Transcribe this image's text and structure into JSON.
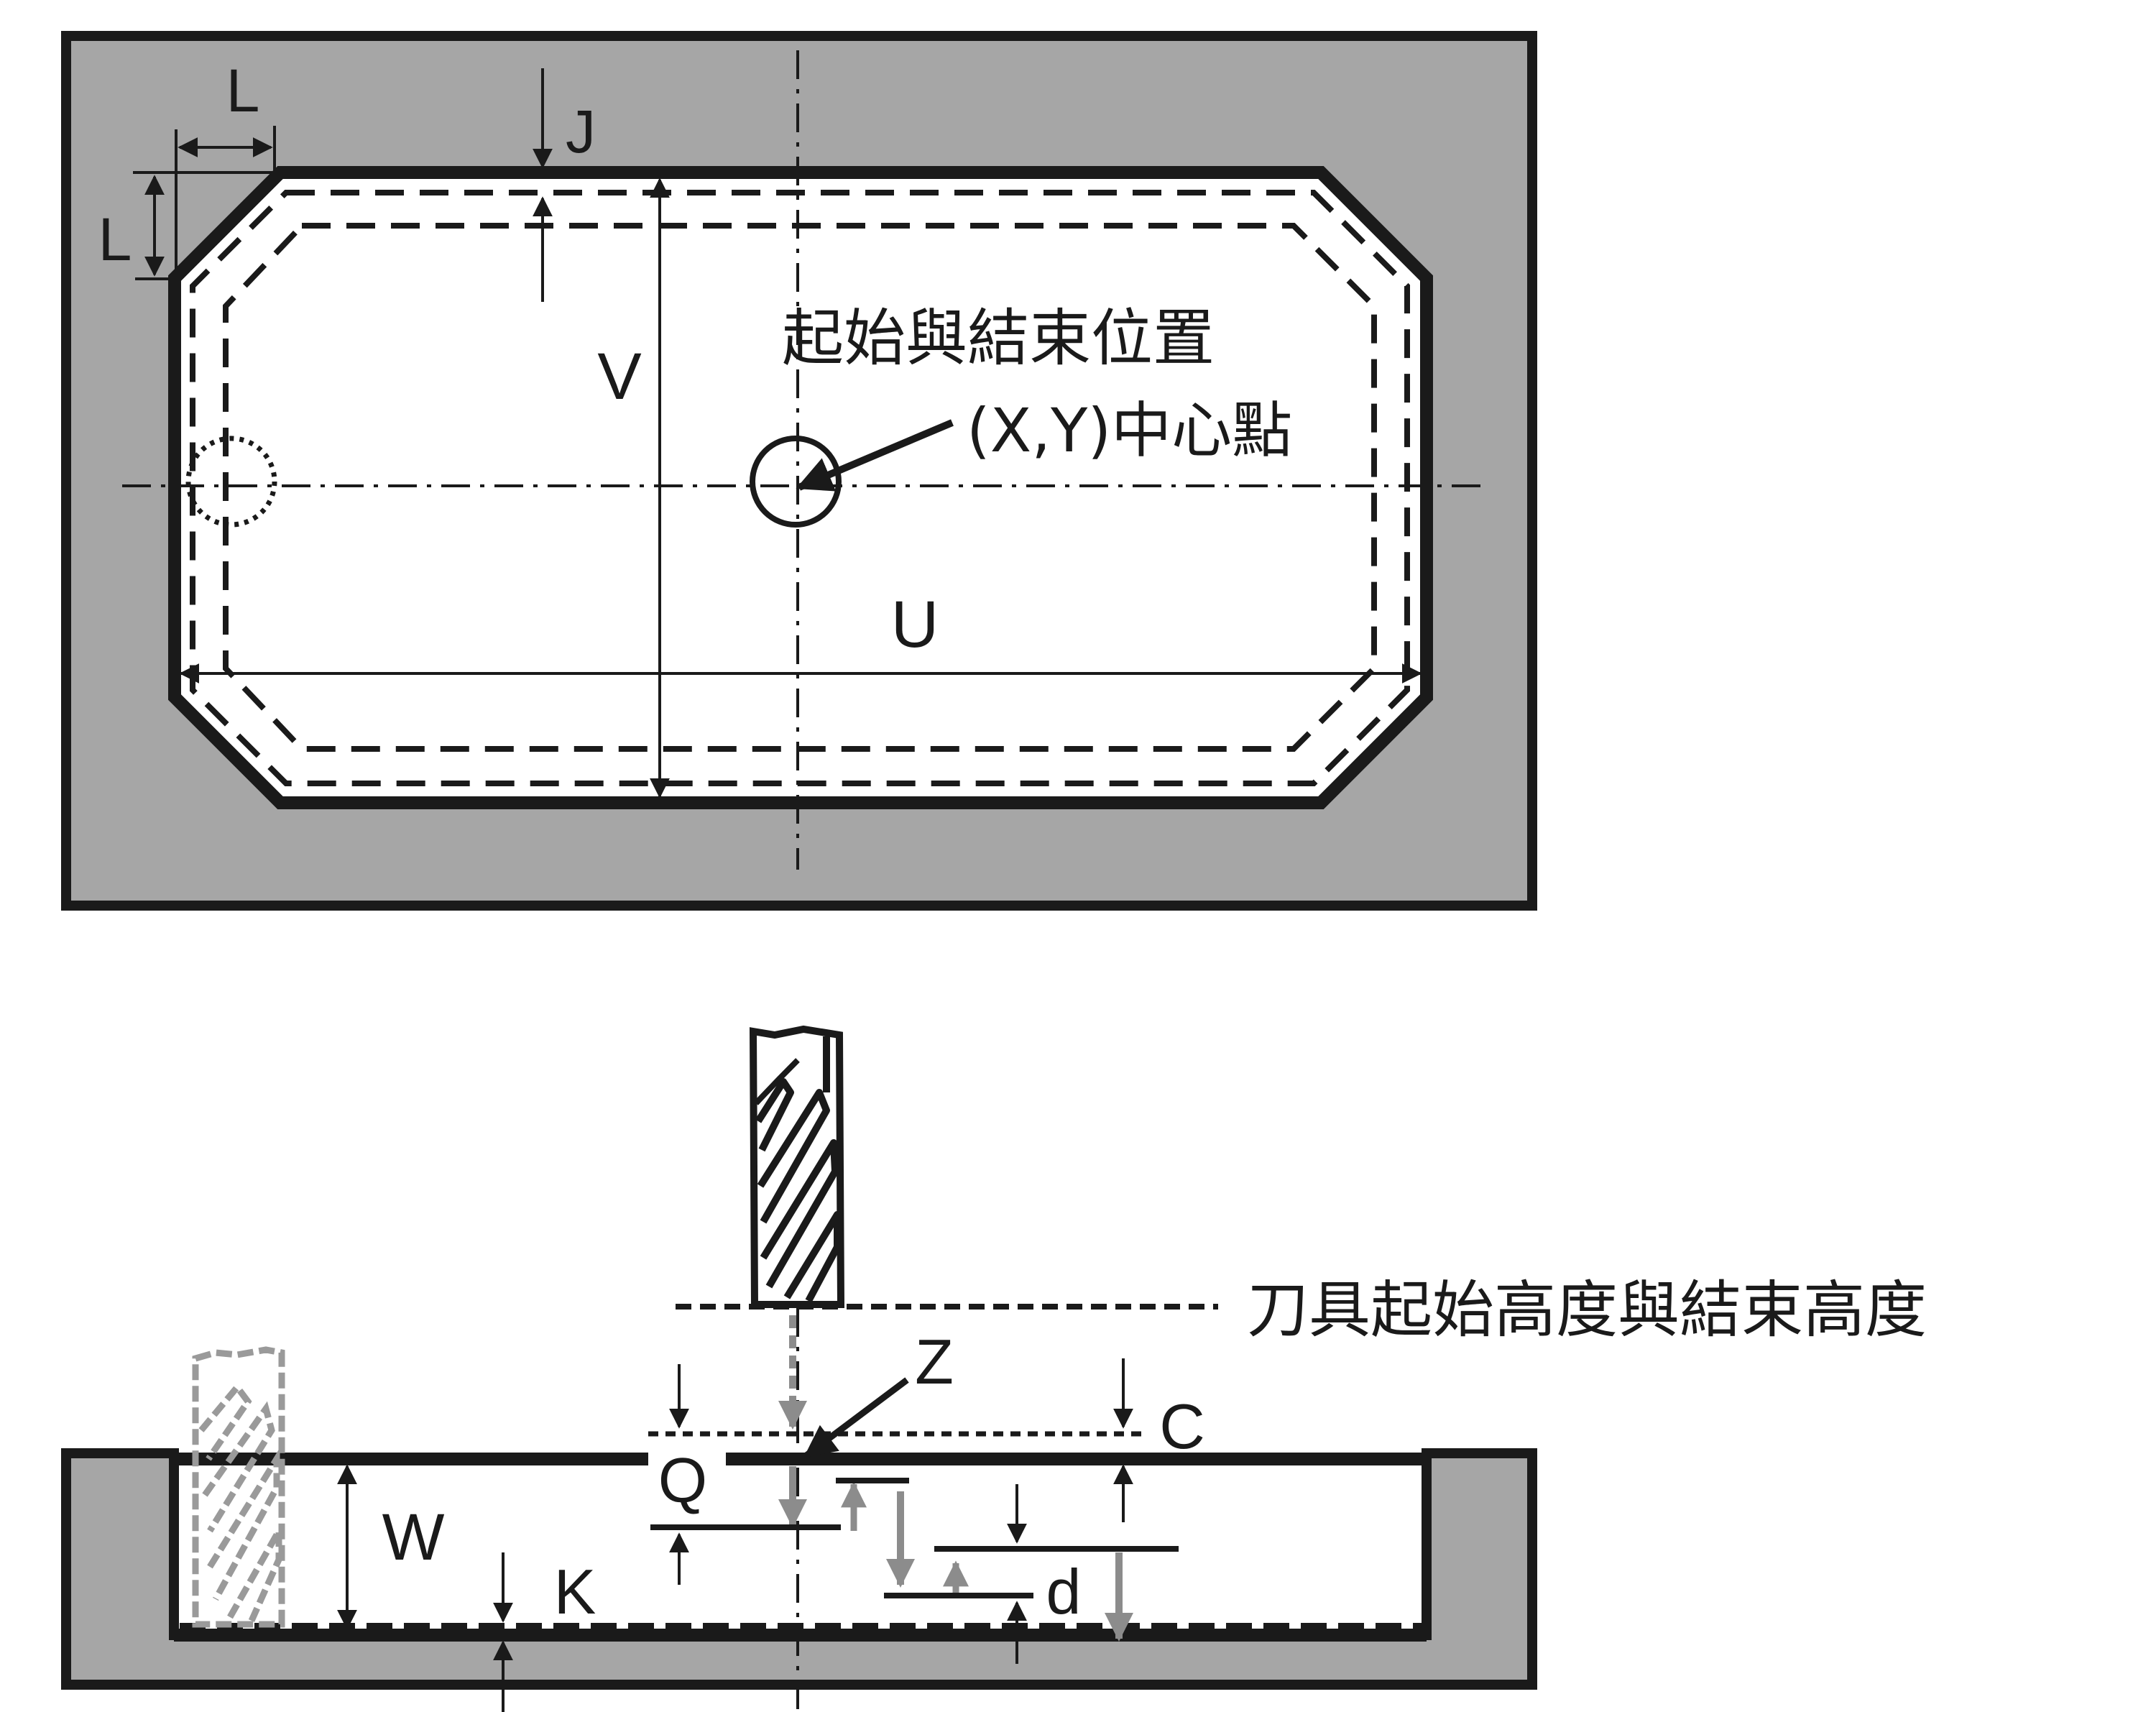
{
  "colors": {
    "stock_fill": "#a6a6a6",
    "pocket_fill": "#ffffff",
    "ink": "#1a1a1a",
    "gray_arrow": "#8c8c8c",
    "ghost_tool": "#9a9a9a"
  },
  "top_view": {
    "labels": {
      "L_horizontal": "L",
      "L_vertical": "L",
      "J": "J",
      "V": "V",
      "U": "U"
    },
    "start_end_label": "起始與結束位置",
    "center_label": "(X,Y)中心點"
  },
  "side_view": {
    "tool_height_label": "刀具起始高度與結束高度",
    "labels": {
      "Z": "Z",
      "C": "C",
      "Q": "Q",
      "W": "W",
      "K": "K",
      "d": "d"
    }
  },
  "icons": [
    "end-mill-tool-icon",
    "ghost-end-mill-tool-icon",
    "start-point-circle-icon",
    "corner-entry-circle-icon"
  ]
}
